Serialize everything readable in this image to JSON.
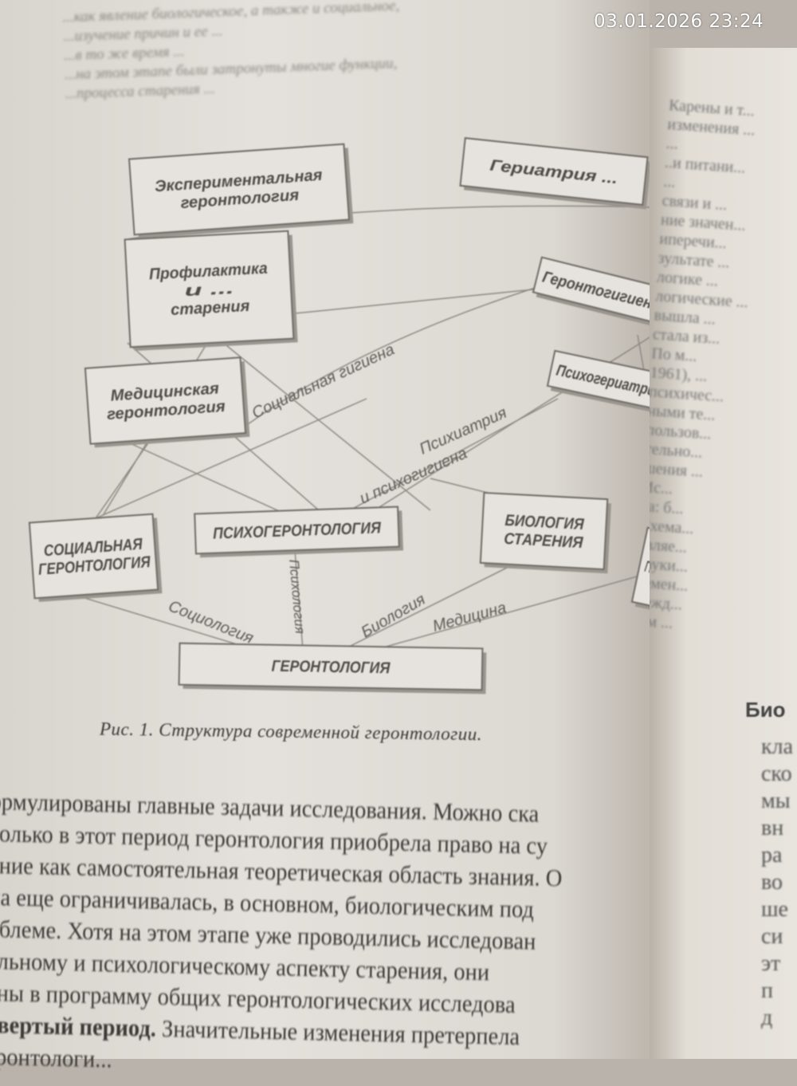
{
  "top_lines": [
    "...как явление биологическое, а также и социальное,",
    "...изучение причин и ее ...",
    "...в то же время ...",
    "...на этом этапе были затронуты многие функции,",
    "...процесса старения ..."
  ],
  "diagram": {
    "boxes": [
      {
        "id": "top-left",
        "lines": [
          "Экспериментальная",
          "геронтология"
        ]
      },
      {
        "id": "top-right",
        "lines": [
          "Гериатрия ..."
        ]
      },
      {
        "id": "prevention",
        "lines": [
          "Профилактика",
          "и ...",
          "старения"
        ]
      },
      {
        "id": "medical",
        "lines": [
          "Медицинская",
          "геронтология"
        ]
      },
      {
        "id": "gerontohygiene",
        "lines": [
          "Геронтогигиена"
        ]
      },
      {
        "id": "psychogeriatrics",
        "lines": [
          "Психогериатрия"
        ]
      },
      {
        "id": "social",
        "lines": [
          "СОЦИАЛЬНАЯ",
          "ГЕРОНТОЛОГИЯ"
        ]
      },
      {
        "id": "psychogerontology",
        "lines": [
          "ПСИХОГЕРОНТОЛОГИЯ"
        ]
      },
      {
        "id": "biology-aging",
        "lines": [
          "БИОЛОГИЯ",
          "СТАРЕНИЯ"
        ]
      },
      {
        "id": "geriatrics",
        "lines": [
          "ГЕРИАТРИЯ"
        ]
      },
      {
        "id": "gerontology",
        "lines": [
          "ГЕРОНТОЛОГИЯ"
        ]
      }
    ],
    "edge_labels": {
      "social_hygiene": "Социальная гигиена",
      "psychiatry": "Психиатрия",
      "psychohygiene": "и психогигиена",
      "sociology": "Социология",
      "psychology": "Психология",
      "biology": "Биология",
      "medicine": "Медицина"
    }
  },
  "caption": "Рис. 1. Структура  современной геронтологии.",
  "body_lines": [
    {
      "text": "ормулированы главные задачи исследования. Можно ска",
      "bold_prefix": ""
    },
    {
      "text": " только в этот период геронтология приобрела право на су",
      "bold_prefix": ""
    },
    {
      "text": "ание как самостоятельная теоретическая область знания. О",
      "bold_prefix": ""
    },
    {
      "text": "на еще ограничивалась, в основном, биологическим под",
      "bold_prefix": ""
    },
    {
      "text": "облеме. Хотя на этом этапе уже проводились исследован",
      "bold_prefix": ""
    },
    {
      "text": "альному и психологическому  аспекту  старения,  они",
      "bold_prefix": ""
    },
    {
      "text": "ены в программу общих геронтологических исследова",
      "bold_prefix": ""
    },
    {
      "text": " Значительные изменения претерпела",
      "bold_prefix": "твертый период."
    },
    {
      "text": "еронтологи...",
      "bold_prefix": ""
    }
  ],
  "right_page": {
    "lines": [
      "Карены и т...",
      "изменения ...",
      "...",
      "..и питани...",
      "...",
      "связи и ...",
      "ние значен...",
      "иперечи...",
      "зультате ...",
      "логике ...",
      "логические ...",
      "вышла ...",
      "стала из...",
      "   По м...",
      "1961), ...",
      "психичес...",
      "ными те...",
      "пользов...",
      "тельно...",
      "шения ...",
      "   Ис...",
      "та: б...",
      "Схема...",
      "являе...",
      "науки...",
      "ремен...",
      "межд...",
      "тем ..."
    ],
    "heading": "Био",
    "lines2": [
      "кла",
      "ско",
      "мы",
      "вн",
      "ра",
      "во",
      "ше",
      "си",
      "эт",
      "п",
      "д"
    ]
  },
  "timestamp": "03.01.2026  23:24"
}
